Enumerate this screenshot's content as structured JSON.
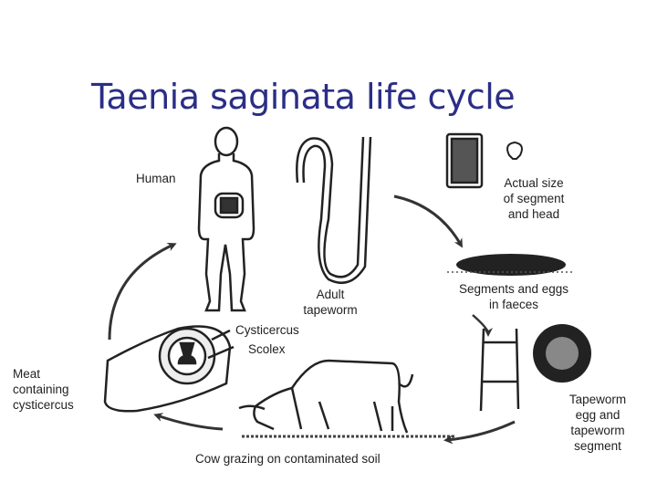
{
  "slide": {
    "title": "Taenia saginata life cycle",
    "title_color": "#2b2e86"
  },
  "diagram": {
    "labels": {
      "human": "Human",
      "adult_tapeworm_1": "Adult",
      "adult_tapeworm_2": "tapeworm",
      "actual_size_1": "Actual size",
      "actual_size_2": "of segment",
      "actual_size_3": "and head",
      "faeces_1": "Segments and eggs",
      "faeces_2": "in faeces",
      "egg_1": "Tapeworm",
      "egg_2": "egg and",
      "egg_3": "tapeworm",
      "egg_4": "segment",
      "cow": "Cow grazing on contaminated soil",
      "meat_1": "Meat",
      "meat_2": "containing",
      "meat_3": "cysticercus",
      "cysticercus": "Cysticercus",
      "scolex": "Scolex"
    },
    "cycle_order": [
      "Human",
      "Adult tapeworm",
      "Segments and eggs in faeces",
      "Tapeworm egg and tapeworm segment",
      "Cow grazing on contaminated soil",
      "Meat containing cysticercus"
    ]
  }
}
